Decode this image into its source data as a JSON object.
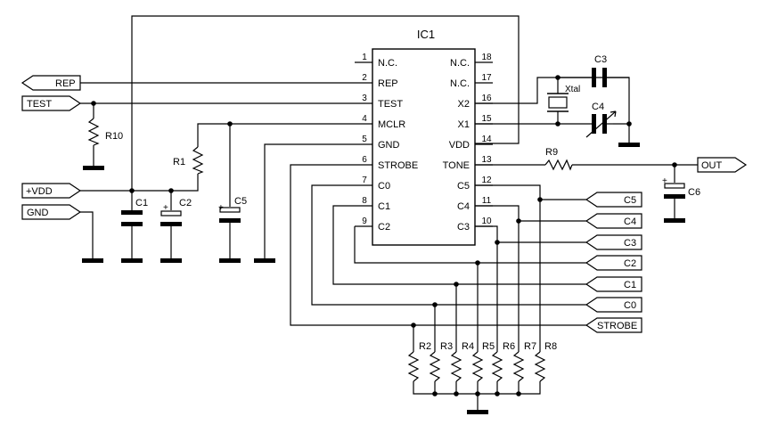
{
  "ic": {
    "name": "IC1",
    "left_pins": [
      {
        "num": "1",
        "name": "N.C."
      },
      {
        "num": "2",
        "name": "REP"
      },
      {
        "num": "3",
        "name": "TEST"
      },
      {
        "num": "4",
        "name": "MCLR"
      },
      {
        "num": "5",
        "name": "GND"
      },
      {
        "num": "6",
        "name": "STROBE"
      },
      {
        "num": "7",
        "name": "C0"
      },
      {
        "num": "8",
        "name": "C1"
      },
      {
        "num": "9",
        "name": "C2"
      }
    ],
    "right_pins": [
      {
        "num": "18",
        "name": "N.C."
      },
      {
        "num": "17",
        "name": "N.C."
      },
      {
        "num": "16",
        "name": "X2"
      },
      {
        "num": "15",
        "name": "X1"
      },
      {
        "num": "14",
        "name": "VDD"
      },
      {
        "num": "13",
        "name": "TONE"
      },
      {
        "num": "12",
        "name": "C5"
      },
      {
        "num": "11",
        "name": "C4"
      },
      {
        "num": "10",
        "name": "C3"
      }
    ]
  },
  "ports": {
    "rep": "REP",
    "test": "TEST",
    "vdd": "+VDD",
    "gnd": "GND",
    "out": "OUT",
    "c5": "C5",
    "c4": "C4",
    "c3": "C3",
    "c2": "C2",
    "c1": "C1",
    "c0": "C0",
    "strobe": "STROBE"
  },
  "components": {
    "r1": "R1",
    "r10": "R10",
    "r9": "R9",
    "r2": "R2",
    "r3": "R3",
    "r4": "R4",
    "r5": "R5",
    "r6": "R6",
    "r7": "R7",
    "r8": "R8",
    "c1": "C1",
    "c2": "C2",
    "c3": "C3",
    "c4": "C4",
    "c5": "C5",
    "c6": "C6",
    "xtal": "Xtal",
    "plus": "+"
  }
}
